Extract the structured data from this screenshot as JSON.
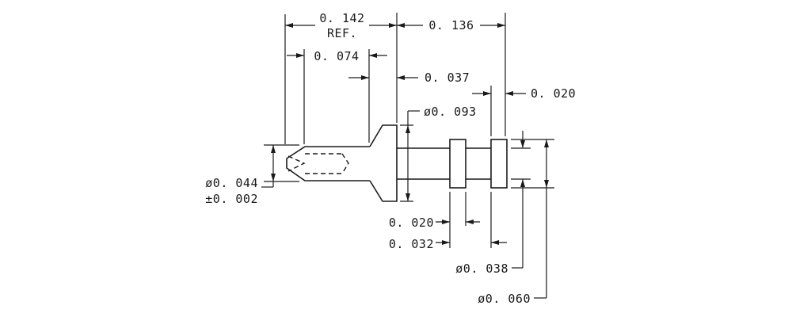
{
  "dimensions": {
    "overall_ref_value": "0. 142",
    "overall_ref_suffix": "REF.",
    "right_length": "0. 136",
    "tip_length": "0. 074",
    "flange_to_shoulder": "0. 037",
    "groove_width": "0. 020",
    "flange_diameter": "ø0. 093",
    "tip_diameter": "ø0. 044",
    "tip_tolerance": "±0. 002",
    "first_collar_width": "0. 020",
    "collar_spacing": "0. 032",
    "shaft_diameter": "ø0. 038",
    "collar_diameter": "ø0. 060"
  },
  "colors": {
    "line": "#1a1a1a",
    "background": "#ffffff"
  }
}
